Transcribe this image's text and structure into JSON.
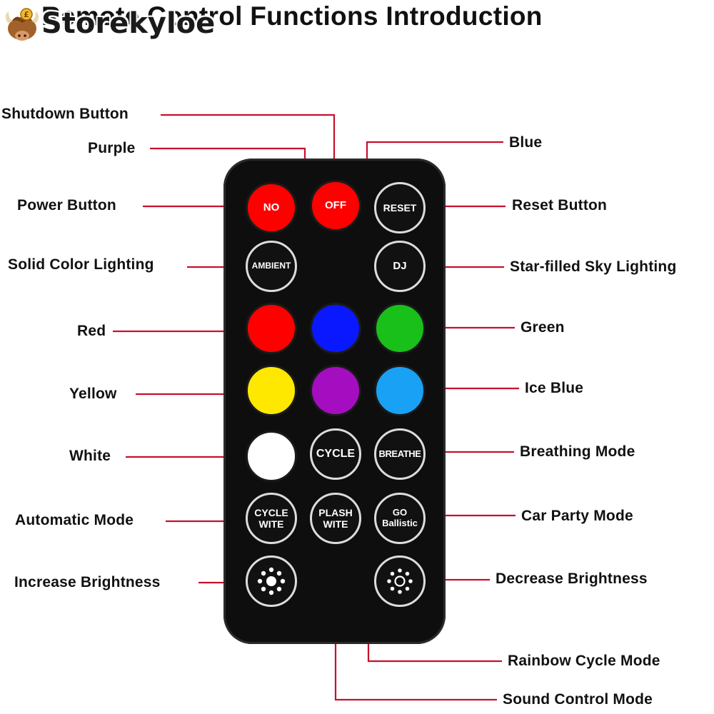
{
  "title": "Remote Control Functions Introduction",
  "watermark": "Storekyloe",
  "colors": {
    "leader": "#c8102e",
    "red": "#ff0000",
    "blue": "#0a18ff",
    "green": "#19c019",
    "yellow": "#ffe800",
    "purple": "#a40ec0",
    "ice_blue": "#19a2f5",
    "white": "#ffffff"
  },
  "buttons": {
    "no": "NO",
    "off": "OFF",
    "reset": "RESET",
    "ambient": "AMBIENT",
    "dj": "DJ",
    "cycle": "CYCLE",
    "breathe": "BREATHE",
    "cycle_wite_1": "CYCLE",
    "cycle_wite_2": "WITE",
    "plash_wite_1": "PLASH",
    "plash_wite_2": "WITE",
    "go_ballistic_1": "GO",
    "go_ballistic_2": "Ballistic"
  },
  "labels": {
    "shutdown": "Shutdown Button",
    "purple": "Purple",
    "blue": "Blue",
    "power": "Power Button",
    "reset": "Reset Button",
    "solid": "Solid Color Lighting",
    "star": "Star-filled Sky Lighting",
    "red": "Red",
    "green": "Green",
    "yellow": "Yellow",
    "ice_blue": "Ice Blue",
    "white": "White",
    "breathing": "Breathing Mode",
    "automatic": "Automatic Mode",
    "car_party": "Car Party Mode",
    "increase": "Increase Brightness",
    "decrease": "Decrease Brightness",
    "rainbow": "Rainbow Cycle Mode",
    "sound": "Sound Control Mode"
  }
}
